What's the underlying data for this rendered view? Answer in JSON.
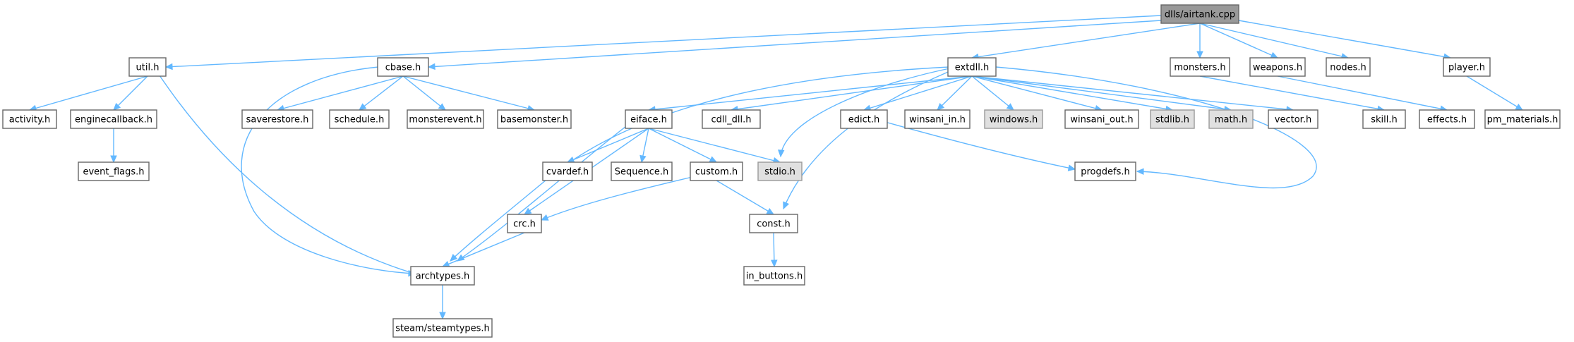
{
  "colors": {
    "edge": "#63b8ff",
    "node_border": "#666666",
    "node_fill": "#ffffff",
    "external_fill": "#e0e0e0",
    "root_fill": "#999999"
  },
  "nodes": [
    {
      "id": "airtank",
      "label": "dlls/airtank.cpp",
      "kind": "root"
    },
    {
      "id": "util",
      "label": "util.h",
      "kind": "normal"
    },
    {
      "id": "cbase",
      "label": "cbase.h",
      "kind": "normal"
    },
    {
      "id": "extdll",
      "label": "extdll.h",
      "kind": "normal"
    },
    {
      "id": "monsters",
      "label": "monsters.h",
      "kind": "normal"
    },
    {
      "id": "weapons",
      "label": "weapons.h",
      "kind": "normal"
    },
    {
      "id": "nodes",
      "label": "nodes.h",
      "kind": "normal"
    },
    {
      "id": "player",
      "label": "player.h",
      "kind": "normal"
    },
    {
      "id": "activity",
      "label": "activity.h",
      "kind": "normal"
    },
    {
      "id": "enginecallback",
      "label": "enginecallback.h",
      "kind": "normal"
    },
    {
      "id": "event_flags",
      "label": "event_flags.h",
      "kind": "normal"
    },
    {
      "id": "saverestore",
      "label": "saverestore.h",
      "kind": "normal"
    },
    {
      "id": "schedule",
      "label": "schedule.h",
      "kind": "normal"
    },
    {
      "id": "monsterevent",
      "label": "monsterevent.h",
      "kind": "normal"
    },
    {
      "id": "basemonster",
      "label": "basemonster.h",
      "kind": "normal"
    },
    {
      "id": "eiface",
      "label": "eiface.h",
      "kind": "normal"
    },
    {
      "id": "cdll_dll",
      "label": "cdll_dll.h",
      "kind": "normal"
    },
    {
      "id": "edict",
      "label": "edict.h",
      "kind": "normal"
    },
    {
      "id": "winsani_in",
      "label": "winsani_in.h",
      "kind": "normal"
    },
    {
      "id": "windows",
      "label": "windows.h",
      "kind": "external"
    },
    {
      "id": "winsani_out",
      "label": "winsani_out.h",
      "kind": "normal"
    },
    {
      "id": "stdlib",
      "label": "stdlib.h",
      "kind": "external"
    },
    {
      "id": "math",
      "label": "math.h",
      "kind": "external"
    },
    {
      "id": "vector",
      "label": "vector.h",
      "kind": "normal"
    },
    {
      "id": "skill",
      "label": "skill.h",
      "kind": "normal"
    },
    {
      "id": "effects",
      "label": "effects.h",
      "kind": "normal"
    },
    {
      "id": "pm_materials",
      "label": "pm_materials.h",
      "kind": "normal"
    },
    {
      "id": "cvardef",
      "label": "cvardef.h",
      "kind": "normal"
    },
    {
      "id": "sequence",
      "label": "Sequence.h",
      "kind": "normal"
    },
    {
      "id": "custom",
      "label": "custom.h",
      "kind": "normal"
    },
    {
      "id": "stdio",
      "label": "stdio.h",
      "kind": "external"
    },
    {
      "id": "progdefs",
      "label": "progdefs.h",
      "kind": "normal"
    },
    {
      "id": "crc",
      "label": "crc.h",
      "kind": "normal"
    },
    {
      "id": "const",
      "label": "const.h",
      "kind": "normal"
    },
    {
      "id": "archtypes",
      "label": "archtypes.h",
      "kind": "normal"
    },
    {
      "id": "in_buttons",
      "label": "in_buttons.h",
      "kind": "normal"
    },
    {
      "id": "steamtypes",
      "label": "steam/steamtypes.h",
      "kind": "normal"
    }
  ],
  "edges": [
    [
      "airtank",
      "util"
    ],
    [
      "airtank",
      "cbase"
    ],
    [
      "airtank",
      "extdll"
    ],
    [
      "airtank",
      "monsters"
    ],
    [
      "airtank",
      "weapons"
    ],
    [
      "airtank",
      "nodes"
    ],
    [
      "airtank",
      "player"
    ],
    [
      "util",
      "activity"
    ],
    [
      "util",
      "enginecallback"
    ],
    [
      "util",
      "archtypes"
    ],
    [
      "enginecallback",
      "event_flags"
    ],
    [
      "cbase",
      "saverestore"
    ],
    [
      "cbase",
      "schedule"
    ],
    [
      "cbase",
      "monsterevent"
    ],
    [
      "cbase",
      "basemonster"
    ],
    [
      "cbase",
      "archtypes"
    ],
    [
      "extdll",
      "eiface"
    ],
    [
      "extdll",
      "cdll_dll"
    ],
    [
      "extdll",
      "edict"
    ],
    [
      "extdll",
      "winsani_in"
    ],
    [
      "extdll",
      "windows"
    ],
    [
      "extdll",
      "winsani_out"
    ],
    [
      "extdll",
      "stdlib"
    ],
    [
      "extdll",
      "math"
    ],
    [
      "extdll",
      "vector"
    ],
    [
      "extdll",
      "archtypes"
    ],
    [
      "extdll",
      "stdio"
    ],
    [
      "extdll",
      "const"
    ],
    [
      "extdll",
      "progdefs"
    ],
    [
      "eiface",
      "archtypes"
    ],
    [
      "eiface",
      "cvardef"
    ],
    [
      "eiface",
      "sequence"
    ],
    [
      "eiface",
      "custom"
    ],
    [
      "eiface",
      "stdio"
    ],
    [
      "eiface",
      "crc"
    ],
    [
      "custom",
      "crc"
    ],
    [
      "custom",
      "const"
    ],
    [
      "crc",
      "archtypes"
    ],
    [
      "const",
      "in_buttons"
    ],
    [
      "edict",
      "progdefs"
    ],
    [
      "monsters",
      "skill"
    ],
    [
      "weapons",
      "effects"
    ],
    [
      "player",
      "pm_materials"
    ],
    [
      "archtypes",
      "steamtypes"
    ]
  ]
}
